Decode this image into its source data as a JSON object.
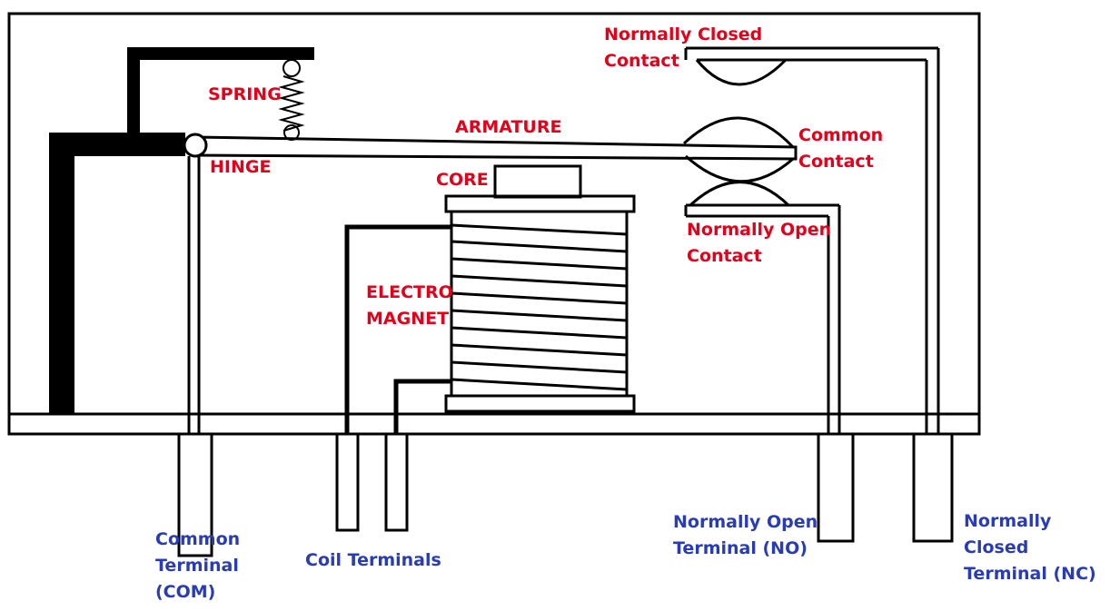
{
  "colors": {
    "line": "#000000",
    "component_label": "#e3001b",
    "terminal_label": "#2a3cb4",
    "background": "#ffffff"
  },
  "component_labels": {
    "spring": "SPRING",
    "hinge": "HINGE",
    "armature": "ARMATURE",
    "core": "CORE",
    "electromagnet": "ELECTRO\nMAGNET",
    "nc_contact": "Normally Closed\nContact",
    "common_contact": "Common\nContact",
    "no_contact": "Normally Open\nContact"
  },
  "terminal_labels": {
    "com": "Common\nTerminal\n(COM)",
    "coil": "Coil Terminals",
    "no": "Normally Open\nTerminal (NO)",
    "nc": "Normally Closed\nTerminal (NC)"
  }
}
